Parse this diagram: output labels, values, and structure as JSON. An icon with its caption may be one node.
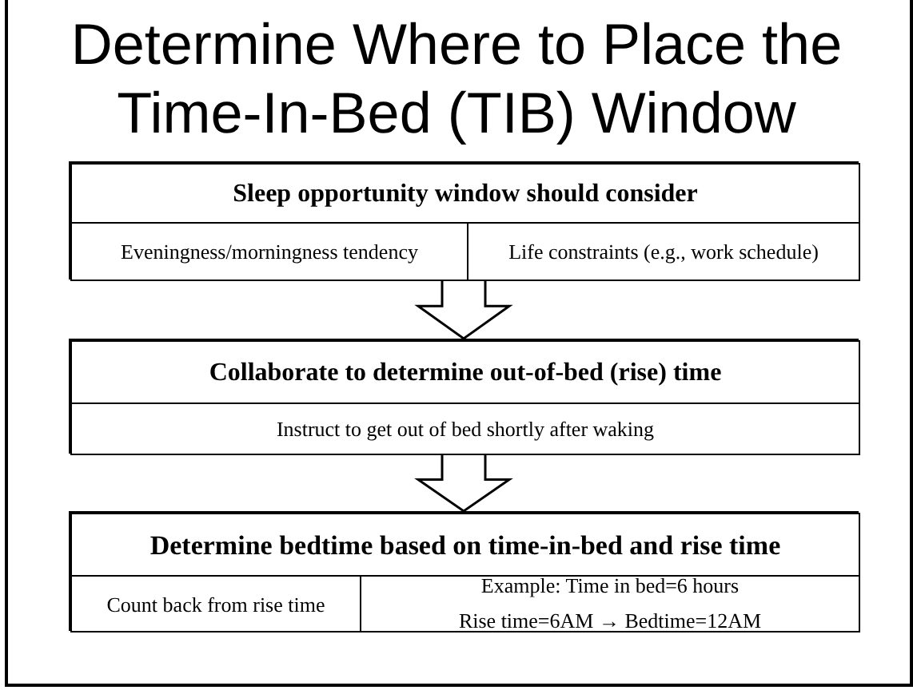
{
  "diagram": {
    "title": "Determine Where to Place the Time-In-Bed (TIB) Window",
    "nodes": [
      {
        "text": [],
        "shape": "box"
      },
      {
        "text": [
          "Sleep opportunity window should consider"
        ],
        "in": 0
      },
      {
        "text": [
          "Eveningness/morningness tendency"
        ],
        "in": 0
      },
      {
        "text": [
          "Life constraints (e.g., work schedule)"
        ],
        "in": 0
      },
      {
        "text": [],
        "shape": "box"
      },
      {
        "text": [
          "Collaborate to determine out-of-bed (rise) time"
        ],
        "in": 4
      },
      {
        "text": [
          "Instruct to get out of bed shortly after waking"
        ],
        "in": 4
      },
      {
        "text": [],
        "shape": "box"
      },
      {
        "text": [
          "Determine bedtime based on time-in-bed and rise time"
        ],
        "in": 7
      },
      {
        "text": [
          "Count back from rise time"
        ],
        "in": 7
      },
      {
        "text": [
          "Example: Time in bed=6 hours",
          "Rise time=6AM → Bedtime=12AM"
        ],
        "in": 7
      }
    ],
    "edges": [
      {
        "from": 0,
        "to": 4,
        "arrow": "to"
      },
      {
        "from": 4,
        "to": 7,
        "arrow": "to"
      }
    ]
  }
}
